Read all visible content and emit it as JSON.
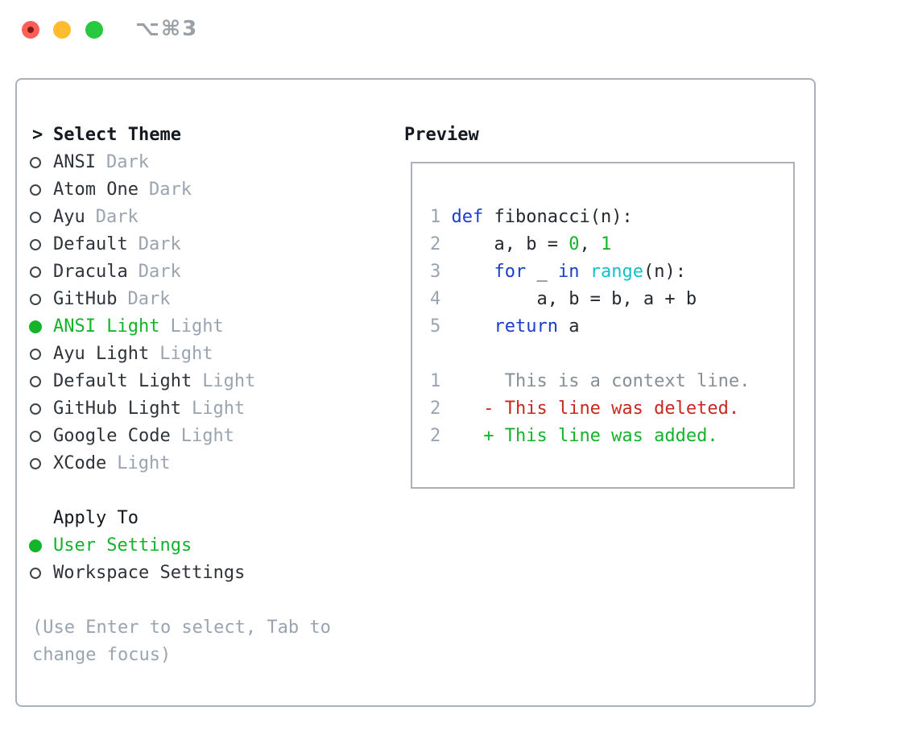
{
  "titlebar": {
    "shortcut": "⌥⌘3"
  },
  "colors": {
    "green": "#13b32a",
    "red": "#c9281e",
    "blue": "#1a3ecb",
    "cyan": "#0fc3c7",
    "gray": "#9aa4b1",
    "foreground": "#24292f",
    "panel_border": "#a9b1ba",
    "traffic_close": "#ff5f57",
    "traffic_min": "#febc2e",
    "traffic_zoom": "#28c840"
  },
  "theme_panel": {
    "header_marker": ">",
    "header": "Select Theme",
    "themes": [
      {
        "name": "ANSI",
        "variant": "Dark",
        "selected": false
      },
      {
        "name": "Atom One",
        "variant": "Dark",
        "selected": false
      },
      {
        "name": "Ayu",
        "variant": "Dark",
        "selected": false
      },
      {
        "name": "Default",
        "variant": "Dark",
        "selected": false
      },
      {
        "name": "Dracula",
        "variant": "Dark",
        "selected": false
      },
      {
        "name": "GitHub",
        "variant": "Dark",
        "selected": false
      },
      {
        "name": "ANSI Light",
        "variant": "Light",
        "selected": true
      },
      {
        "name": "Ayu Light",
        "variant": "Light",
        "selected": false
      },
      {
        "name": "Default Light",
        "variant": "Light",
        "selected": false
      },
      {
        "name": "GitHub Light",
        "variant": "Light",
        "selected": false
      },
      {
        "name": "Google Code",
        "variant": "Light",
        "selected": false
      },
      {
        "name": "XCode",
        "variant": "Light",
        "selected": false
      }
    ],
    "apply_to": {
      "header": "Apply To",
      "options": [
        {
          "label": "User Settings",
          "selected": true
        },
        {
          "label": "Workspace Settings",
          "selected": false
        }
      ]
    },
    "hint_line1": "(Use Enter to select, Tab to",
    "hint_line2": "change focus)"
  },
  "preview": {
    "header": "Preview",
    "code_lines": [
      {
        "num": "1",
        "segments": [
          {
            "c": "fg",
            "t": " "
          },
          {
            "c": "kw",
            "t": "def"
          },
          {
            "c": "fg",
            "t": " fibonacci(n):"
          }
        ]
      },
      {
        "num": "2",
        "segments": [
          {
            "c": "fg",
            "t": "     a, b = "
          },
          {
            "c": "grn",
            "t": "0"
          },
          {
            "c": "fg",
            "t": ", "
          },
          {
            "c": "grn",
            "t": "1"
          }
        ]
      },
      {
        "num": "3",
        "segments": [
          {
            "c": "fg",
            "t": "     "
          },
          {
            "c": "kw",
            "t": "for"
          },
          {
            "c": "fg",
            "t": " _ "
          },
          {
            "c": "kw",
            "t": "in"
          },
          {
            "c": "fg",
            "t": " "
          },
          {
            "c": "cyn",
            "t": "range"
          },
          {
            "c": "fg",
            "t": "(n):"
          }
        ]
      },
      {
        "num": "4",
        "segments": [
          {
            "c": "fg",
            "t": "         a, b = b, a + b"
          }
        ]
      },
      {
        "num": "5",
        "segments": [
          {
            "c": "fg",
            "t": "     "
          },
          {
            "c": "kw",
            "t": "return"
          },
          {
            "c": "fg",
            "t": " a"
          }
        ]
      }
    ],
    "diff_lines": [
      {
        "num": "1",
        "segments": [
          {
            "c": "ctx",
            "t": "      This is a context line."
          }
        ]
      },
      {
        "num": "2",
        "segments": [
          {
            "c": "fg",
            "t": "    "
          },
          {
            "c": "del",
            "t": "- This line was deleted."
          }
        ]
      },
      {
        "num": "2",
        "segments": [
          {
            "c": "fg",
            "t": "    "
          },
          {
            "c": "add",
            "t": "+ This line was added."
          }
        ]
      }
    ]
  }
}
